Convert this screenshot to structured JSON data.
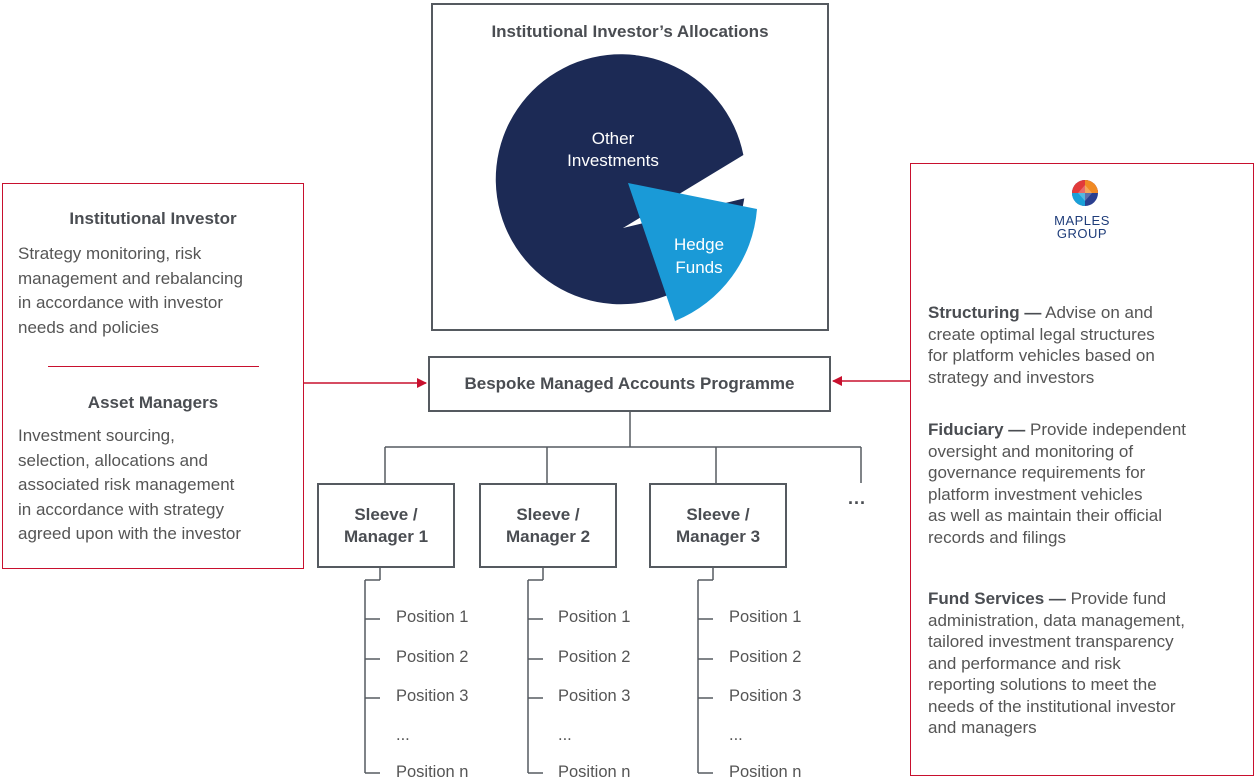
{
  "allocations": {
    "title": "Institutional Investor’s Allocations",
    "other_label_line1": "Other",
    "other_label_line2": "Investments",
    "hedge_label_line1": "Hedge",
    "hedge_label_line2": "Funds",
    "other_color": "#1c2a55",
    "hedge_color": "#1a9ad7"
  },
  "programme": {
    "label": "Bespoke Managed Accounts Programme"
  },
  "left_panel": {
    "investor_heading": "Institutional Investor",
    "investor_lines": [
      "Strategy monitoring, risk",
      "management and rebalancing",
      "in accordance with investor",
      "needs and policies"
    ],
    "managers_heading": "Asset Managers",
    "managers_lines": [
      "Investment sourcing,",
      "selection, allocations and",
      "associated risk management",
      "in accordance with strategy",
      "agreed upon with the investor"
    ]
  },
  "right_panel": {
    "logo_line1": "MAPLES",
    "logo_line2": "GROUP",
    "structuring_title": "Structuring —",
    "structuring_lines": [
      " Advise on and",
      "create optimal legal structures",
      "for platform vehicles based on",
      "strategy and investors"
    ],
    "fiduciary_title": "Fiduciary —",
    "fiduciary_lines": [
      " Provide independent",
      "oversight and monitoring of",
      "governance requirements for",
      "platform investment vehicles",
      "as well as maintain their official",
      "records and filings"
    ],
    "fund_title": "Fund Services —",
    "fund_lines": [
      " Provide fund",
      "administration, data management,",
      "tailored investment transparency",
      "and performance and risk",
      "reporting solutions to meet the",
      "needs of the institutional investor",
      "and managers"
    ]
  },
  "sleeves": [
    {
      "line1": "Sleeve /",
      "line2": "Manager 1"
    },
    {
      "line1": "Sleeve /",
      "line2": "Manager 2"
    },
    {
      "line1": "Sleeve /",
      "line2": "Manager 3"
    }
  ],
  "more_sleeves": "...",
  "positions": [
    "Position 1",
    "Position 2",
    "Position 3",
    "...",
    "Position n"
  ],
  "colors": {
    "accent_red": "#c8102e",
    "border_gray": "#555a60"
  }
}
